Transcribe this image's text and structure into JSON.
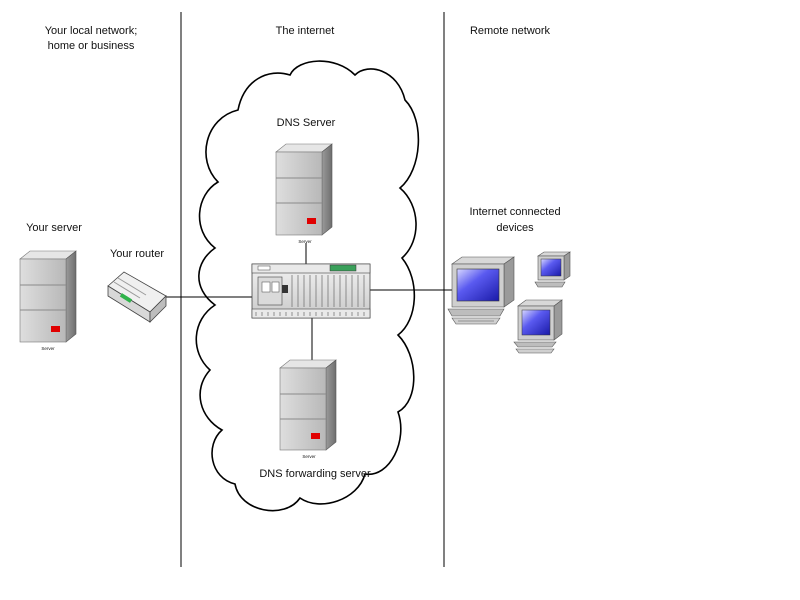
{
  "zones": {
    "local": [
      "Your local network;",
      "home or business"
    ],
    "internet": "The internet",
    "remote": "Remote network"
  },
  "devices": {
    "your_server": "Your server",
    "your_server_caption": "Server",
    "your_router": "Your router",
    "dns_server": "DNS Server",
    "dns_server_caption": "Server",
    "dns_forwarding_server": "DNS forwarding server",
    "dns_forwarding_caption": "Server",
    "internet_devices": [
      "Internet connected",
      "devices"
    ]
  },
  "colors": {
    "server_body": "#c8c8c8",
    "server_shade": "#8a8a8a",
    "led": "#e00000",
    "screen": "#2a2ad0",
    "router_led": "#2fb34a",
    "line": "#000000"
  }
}
